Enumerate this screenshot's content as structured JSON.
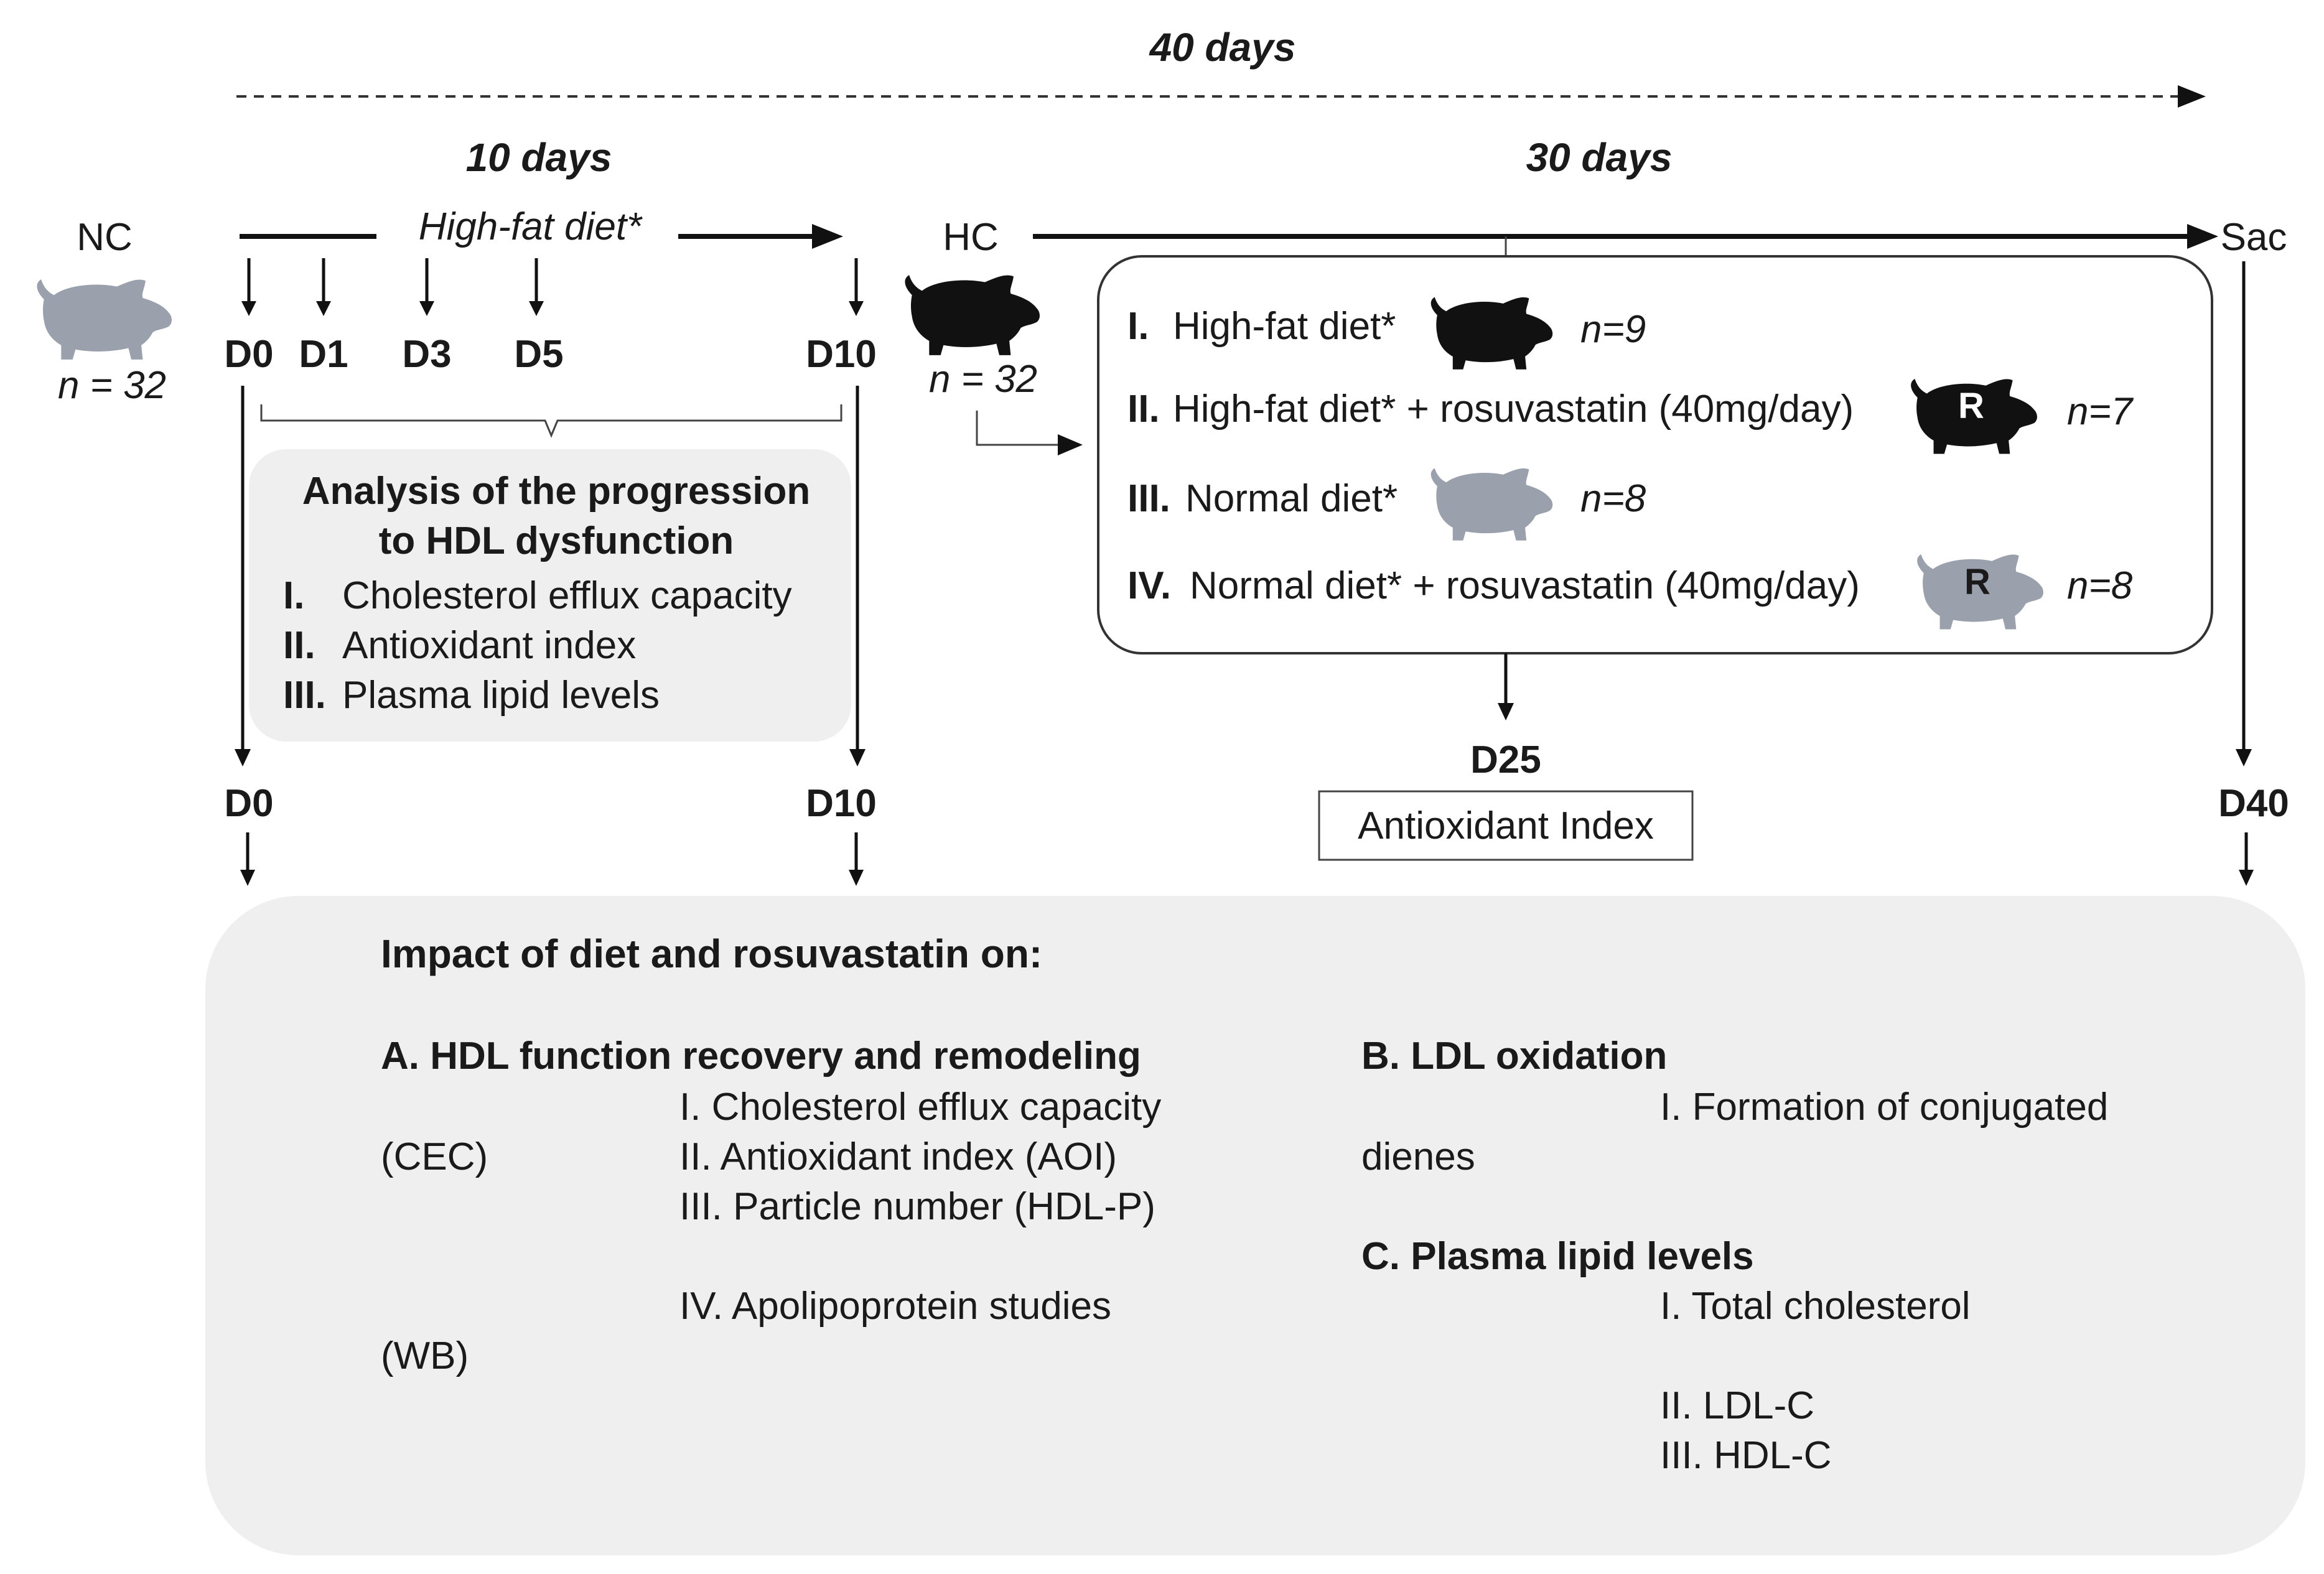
{
  "timeline": {
    "total_label": "40 days",
    "phase1_label": "10 days",
    "phase2_label": "30 days",
    "phase1_diet": "High-fat diet*",
    "sac_label": "Sac",
    "days_top": [
      "D0",
      "D1",
      "D3",
      "D5",
      "D10"
    ],
    "day_d0": "D0",
    "day_d10": "D10",
    "day_d25": "D25",
    "day_d40": "D40"
  },
  "groups": {
    "nc_label": "NC",
    "nc_n": "n = 32",
    "hc_label": "HC",
    "hc_n": "n = 32",
    "nc_color": "#9aa1ad",
    "hc_color": "#111111"
  },
  "progression_box": {
    "title_line1": "Analysis of the progression",
    "title_line2": "to HDL dysfunction",
    "items": [
      {
        "num": "I.",
        "text": "Cholesterol efflux capacity"
      },
      {
        "num": "II.",
        "text": "Antioxidant index"
      },
      {
        "num": "III.",
        "text": "Plasma lipid levels"
      }
    ]
  },
  "treatment_box": {
    "rows": [
      {
        "num": "I.",
        "text": "High-fat diet*",
        "n": "n=9",
        "pig": "black",
        "badge": ""
      },
      {
        "num": "II.",
        "text": "High-fat diet* + rosuvastatin (40mg/day)",
        "n": "n=7",
        "pig": "black",
        "badge": "R"
      },
      {
        "num": "III.",
        "text": "Normal diet*",
        "n": "n=8",
        "pig": "gray",
        "badge": ""
      },
      {
        "num": "IV.",
        "text": "Normal diet* + rosuvastatin (40mg/day)",
        "n": "n=8",
        "pig": "gray",
        "badge": "R"
      }
    ]
  },
  "d25_box": {
    "label": "Antioxidant Index"
  },
  "impact": {
    "title": "Impact of diet and rosuvastatin on:",
    "A": {
      "heading": "A. HDL function recovery and remodeling",
      "i1": "I.  Cholesterol efflux capacity",
      "i1_tail": "(CEC)",
      "i2": "II. Antioxidant index (AOI)",
      "i3": "III. Particle number (HDL-P)",
      "i4": "IV. Apolipoprotein studies",
      "i4_tail": "(WB)"
    },
    "B": {
      "heading": "B. LDL oxidation",
      "i1": "I. Formation of conjugated",
      "i1_tail": "dienes"
    },
    "C": {
      "heading": "C. Plasma lipid levels",
      "i1": "I. Total cholesterol",
      "i2": "II. LDL-C",
      "i3": "III. HDL-C"
    }
  }
}
